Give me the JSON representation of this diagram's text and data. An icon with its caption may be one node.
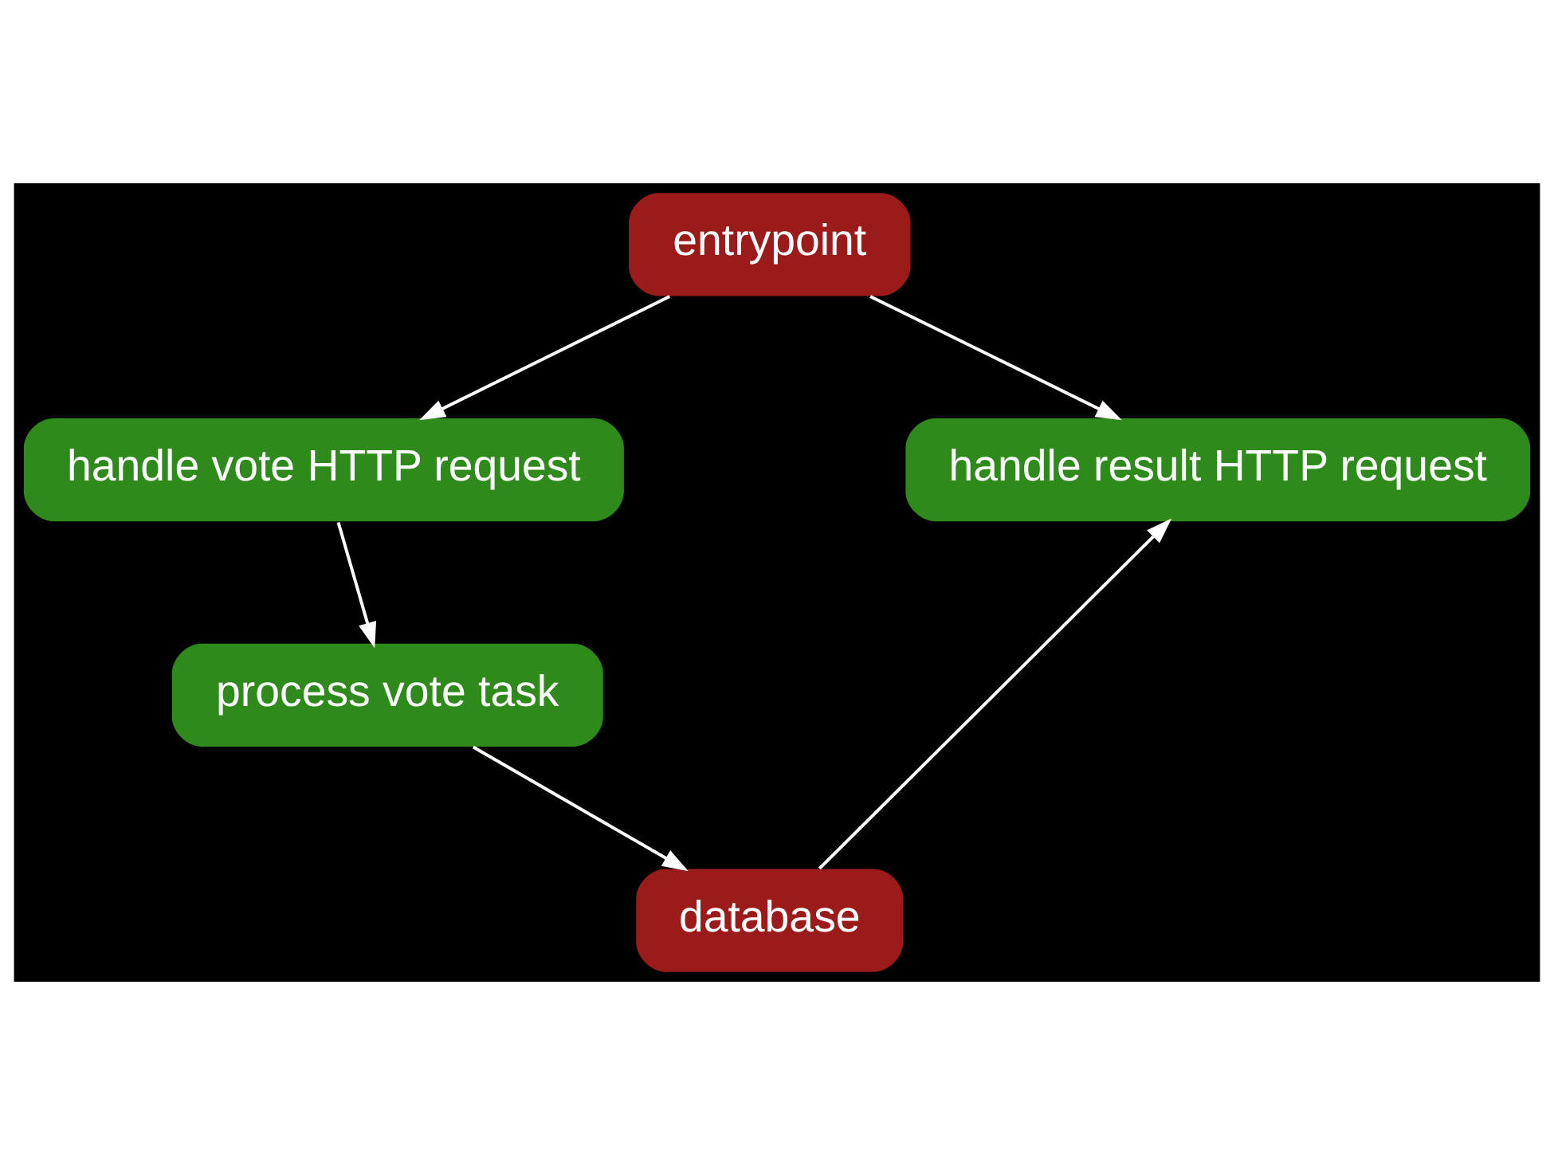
{
  "diagram": {
    "nodes": [
      {
        "text": [
          "entrypoint"
        ]
      },
      {
        "text": [
          "handle vote HTTP request"
        ]
      },
      {
        "text": [
          "handle result HTTP request"
        ]
      },
      {
        "text": [
          "process vote task"
        ]
      },
      {
        "text": [
          "database"
        ]
      }
    ],
    "edges": [
      {
        "from": 0,
        "to": 1,
        "arrow": "to"
      },
      {
        "from": 0,
        "to": 2,
        "arrow": "to"
      },
      {
        "from": 1,
        "to": 3,
        "arrow": "to"
      },
      {
        "from": 3,
        "to": 4,
        "arrow": "to"
      },
      {
        "from": 4,
        "to": 2,
        "arrow": "to"
      }
    ]
  }
}
